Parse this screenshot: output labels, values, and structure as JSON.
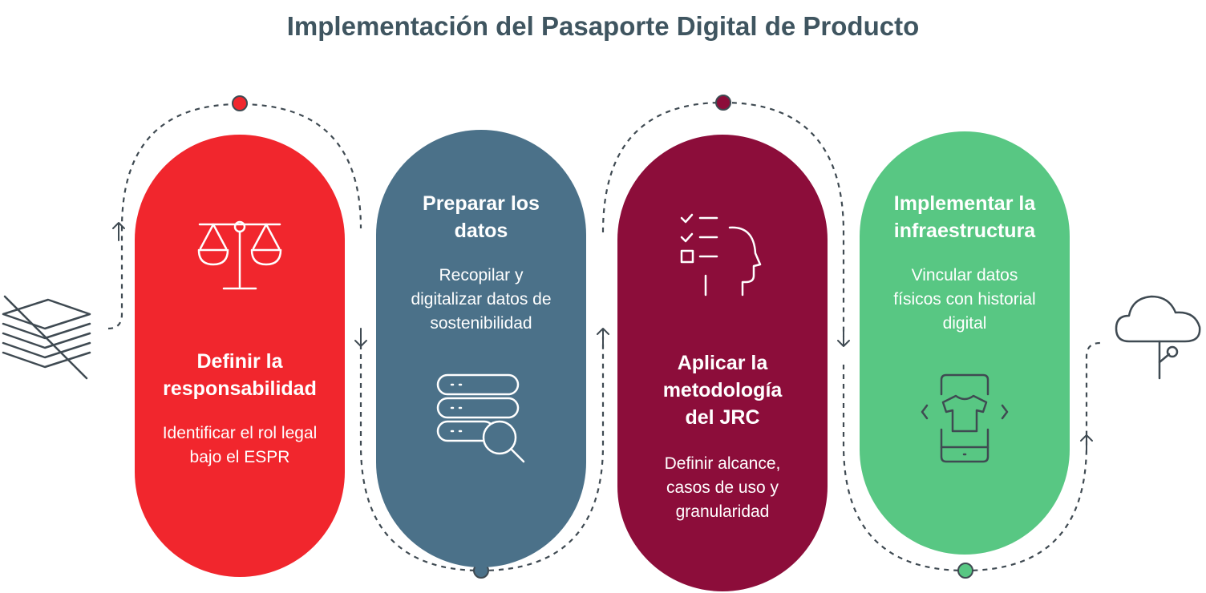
{
  "title": "Implementación del Pasaporte Digital de Producto",
  "colors": {
    "title": "#3f5560",
    "step1": "#f1262d",
    "step2": "#4b7189",
    "step3": "#8c0d3a",
    "step4": "#58c783",
    "line": "#3f4a52"
  },
  "steps": [
    {
      "title": "Definir la responsabilidad",
      "title_lines": [
        "Definir la",
        "responsabilidad"
      ],
      "description": "Identificar el rol legal bajo el ESPR",
      "description_lines": [
        "Identificar el rol legal",
        "bajo el ESPR"
      ],
      "icon": "balance-scale-icon"
    },
    {
      "title": "Preparar los datos",
      "title_lines": [
        "Preparar los",
        "datos"
      ],
      "description": "Recopilar y digitalizar datos de sostenibilidad",
      "description_lines": [
        "Recopilar y",
        "digitalizar datos de",
        "sostenibilidad"
      ],
      "icon": "database-search-icon"
    },
    {
      "title": "Aplicar la metodología del JRC",
      "title_lines": [
        "Aplicar la",
        "metodología",
        "del JRC"
      ],
      "description": "Definir alcance, casos de uso y granularidad",
      "description_lines": [
        "Definir alcance,",
        "casos de uso y",
        "granularidad"
      ],
      "icon": "checklist-head-icon"
    },
    {
      "title": "Implementar la infraestructura",
      "title_lines": [
        "Implementar la",
        "infraestructura"
      ],
      "description": "Vincular datos físicos con historial digital",
      "description_lines": [
        "Vincular datos",
        "físicos con historial",
        "digital"
      ],
      "icon": "phone-tshirt-icon"
    }
  ],
  "start_icon": "crossed-documents-icon",
  "end_icon": "cloud-icon"
}
